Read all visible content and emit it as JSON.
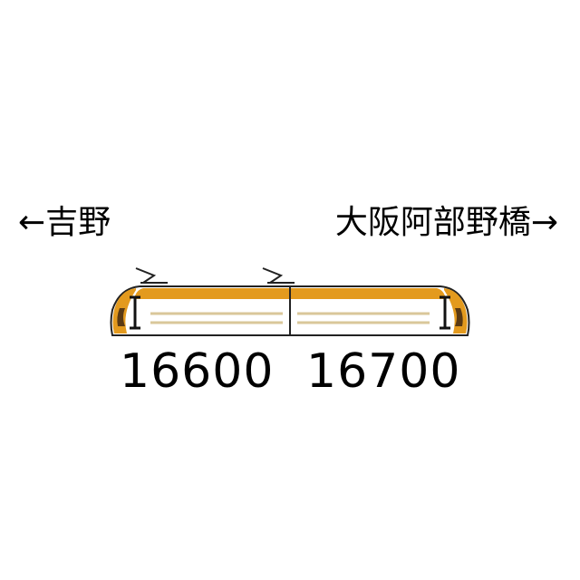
{
  "directions": {
    "left": "←吉野",
    "right": "大阪阿部野橋→"
  },
  "cars": [
    {
      "number": "16600"
    },
    {
      "number": "16700"
    }
  ],
  "colors": {
    "body_orange": "#E39A1E",
    "cream_stripe": "#D9C79A",
    "outline": "#222222",
    "nose_dark": "#5A3A14",
    "white": "#FFFFFF"
  },
  "icons": [
    "pantograph-icon",
    "headlight-icon"
  ]
}
